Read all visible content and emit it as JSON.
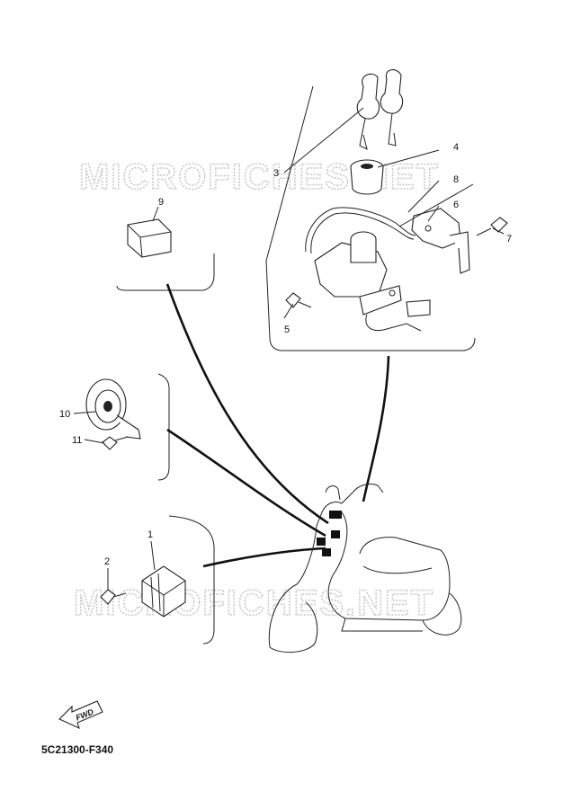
{
  "watermark": "MICROFICHES.NET",
  "diagram_code": "5C21300-F340",
  "fwd_label": "FWD",
  "callouts": {
    "c1": "1",
    "c2": "2",
    "c3": "3",
    "c4": "4",
    "c5": "5",
    "c6": "6",
    "c7": "7",
    "c8": "8",
    "c9": "9",
    "c10": "10",
    "c11": "11"
  }
}
